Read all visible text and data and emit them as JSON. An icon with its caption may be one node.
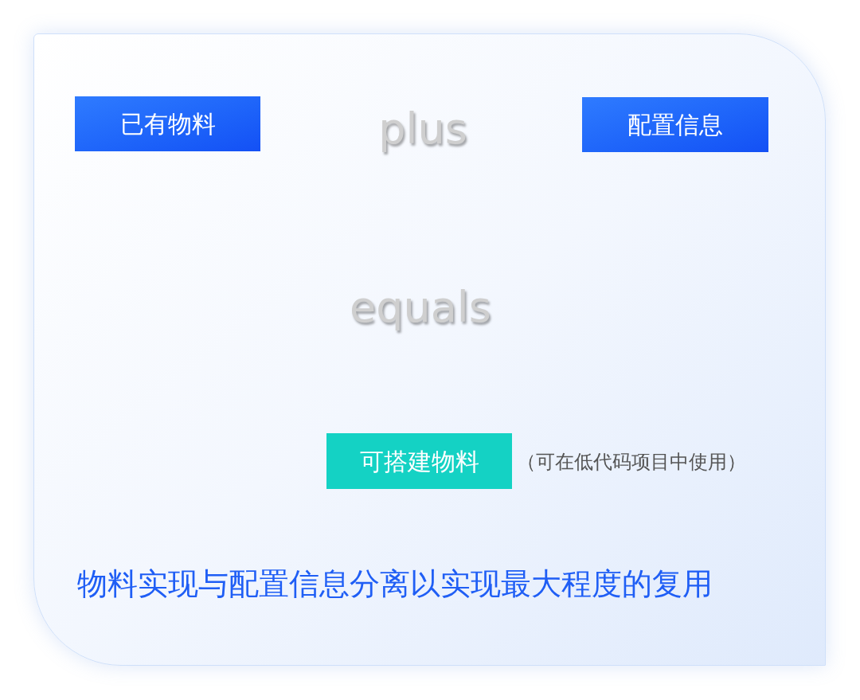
{
  "diagram": {
    "caption": "物料实现与配置信息分离以实现最大程度的复用",
    "nodes": [
      {
        "text": [
          "已有物料"
        ]
      },
      {
        "text": [
          "配置信息"
        ]
      },
      {
        "text": [
          "可搭建物料"
        ],
        "beside": [
          "（可在低代码项目中使用）"
        ]
      }
    ],
    "labels": [
      "plus",
      "equals"
    ]
  }
}
